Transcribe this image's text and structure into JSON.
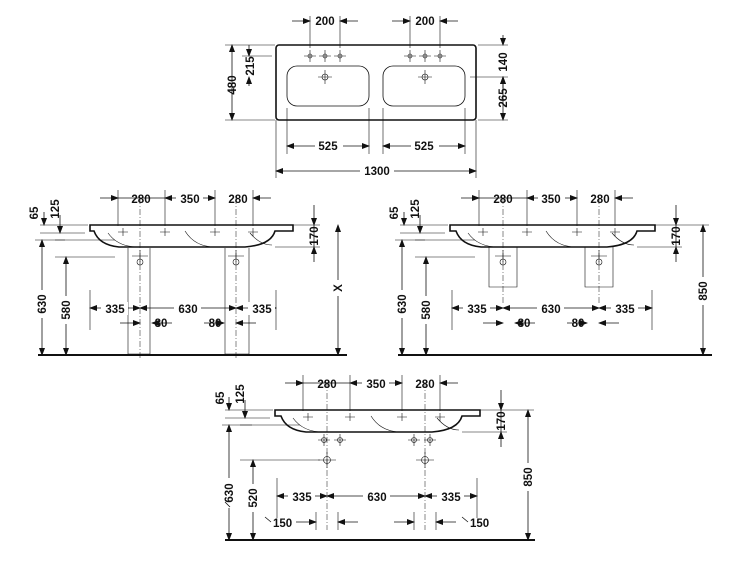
{
  "top_view": {
    "tap_spacing_left": "200",
    "tap_spacing_right": "200",
    "depth_total": "480",
    "front_to_tap": "215",
    "back_to_center": "140",
    "drain_depth": "265",
    "bowl_width_left": "525",
    "bowl_width_right": "525",
    "total_width": "1300"
  },
  "view_pedestal": {
    "rim_thickness": "65",
    "tap_offset": "125",
    "spacing_left": "280",
    "spacing_center": "350",
    "spacing_right": "280",
    "bowl_depth": "170",
    "height_variable": "X",
    "rim_height": "630",
    "outlet_height": "580",
    "side_left": "335",
    "drain_spacing": "630",
    "side_right": "335",
    "offset_left": "80",
    "offset_right": "80"
  },
  "view_semipedestal": {
    "rim_thickness": "65",
    "tap_offset": "125",
    "spacing_left": "280",
    "spacing_center": "350",
    "spacing_right": "280",
    "bowl_depth": "170",
    "total_height": "850",
    "rim_height": "630",
    "outlet_height": "580",
    "side_left": "335",
    "drain_spacing": "630",
    "side_right": "335",
    "offset_left": "80",
    "offset_right": "80"
  },
  "view_wall": {
    "rim_thickness": "65",
    "tap_offset": "125",
    "spacing_left": "280",
    "spacing_center": "350",
    "spacing_right": "280",
    "bowl_depth": "170",
    "total_height": "850",
    "rim_height": "630",
    "drain_height": "520",
    "side_left": "335",
    "drain_spacing": "630",
    "side_right": "335",
    "supply_left": "150",
    "supply_right": "150"
  }
}
